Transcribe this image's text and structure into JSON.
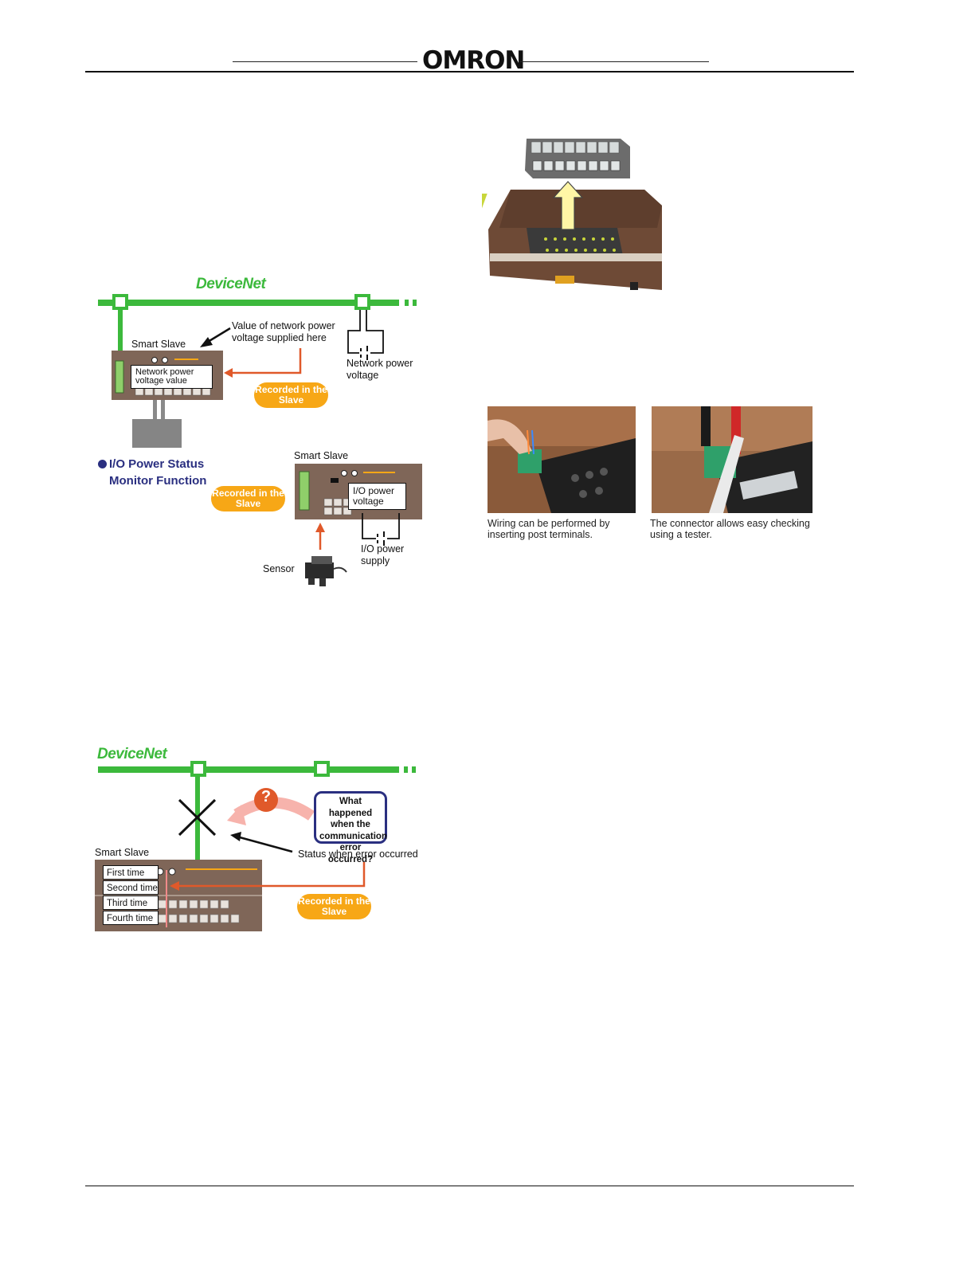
{
  "header": {
    "logo": "OMRON"
  },
  "diagram1": {
    "brand": "DeviceNet",
    "smart_slave_label": "Smart Slave",
    "callout_value": "Value of network power voltage supplied here",
    "network_power_voltage": "Network power voltage",
    "box_label": "Network power voltage value",
    "recorded": "Recorded in the Slave"
  },
  "diagram2": {
    "heading": "I/O Power Status Monitor Function",
    "smart_slave_label": "Smart Slave",
    "recorded": "Recorded in the Slave",
    "box_label": "I/O power voltage",
    "io_power_supply": "I/O power supply",
    "sensor": "Sensor"
  },
  "diagram3": {
    "brand": "DeviceNet",
    "smart_slave_label": "Smart Slave",
    "bubble": "What happened when the communication error occurred?",
    "status_label": "Status when error occurred",
    "recorded": "Recorded in the Slave",
    "question_mark": "?",
    "history": [
      "First time",
      "Second time",
      "Third time",
      "Fourth time"
    ]
  },
  "photos": {
    "caption_left": "Wiring can be performed by inserting post terminals.",
    "caption_right": "The connector allows easy checking using a tester."
  },
  "colors": {
    "network_green": "#3cb93c",
    "slave_brown": "#7f6658",
    "recorded_orange": "#f7a716",
    "arrow_red": "#e0592a"
  }
}
